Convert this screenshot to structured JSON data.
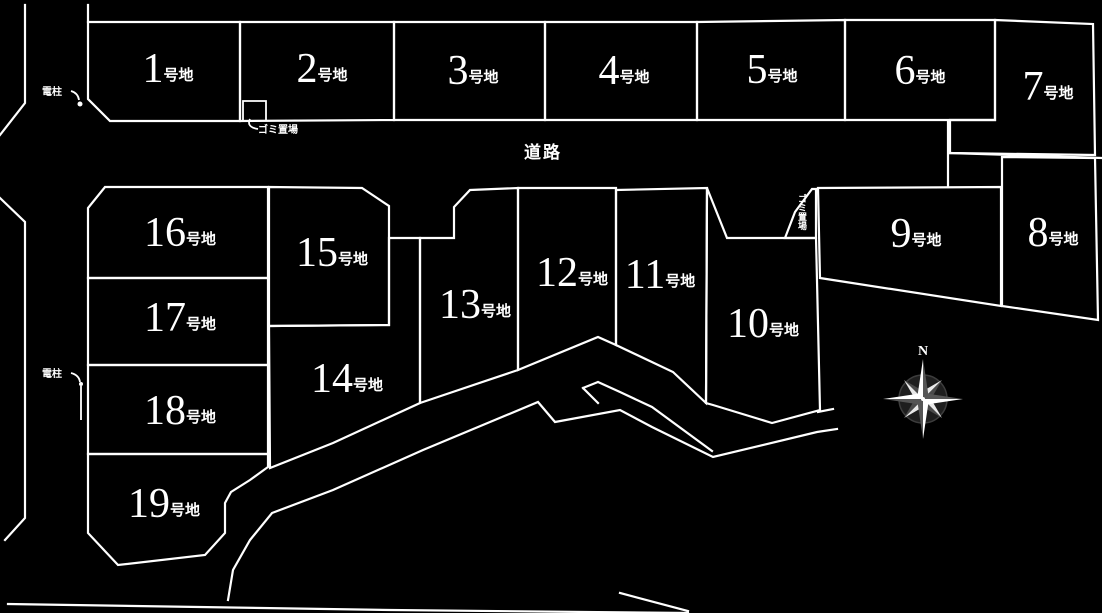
{
  "map": {
    "road_label": "道路",
    "lot_suffix": "号地",
    "utility_pole_label": "電柱",
    "garbage_label": "ゴミ置場",
    "compass_north_label": "N",
    "lots": [
      {
        "number": "1"
      },
      {
        "number": "2"
      },
      {
        "number": "3"
      },
      {
        "number": "4"
      },
      {
        "number": "5"
      },
      {
        "number": "6"
      },
      {
        "number": "7"
      },
      {
        "number": "8"
      },
      {
        "number": "9"
      },
      {
        "number": "10"
      },
      {
        "number": "11"
      },
      {
        "number": "12"
      },
      {
        "number": "13"
      },
      {
        "number": "14"
      },
      {
        "number": "15"
      },
      {
        "number": "16"
      },
      {
        "number": "17"
      },
      {
        "number": "18"
      },
      {
        "number": "19"
      }
    ],
    "colors": {
      "background": "#000000",
      "line": "#ffffff",
      "text": "#ffffff",
      "compass_disc": "#1e1e1e",
      "compass_dark_point": "#4a4a4a"
    }
  }
}
